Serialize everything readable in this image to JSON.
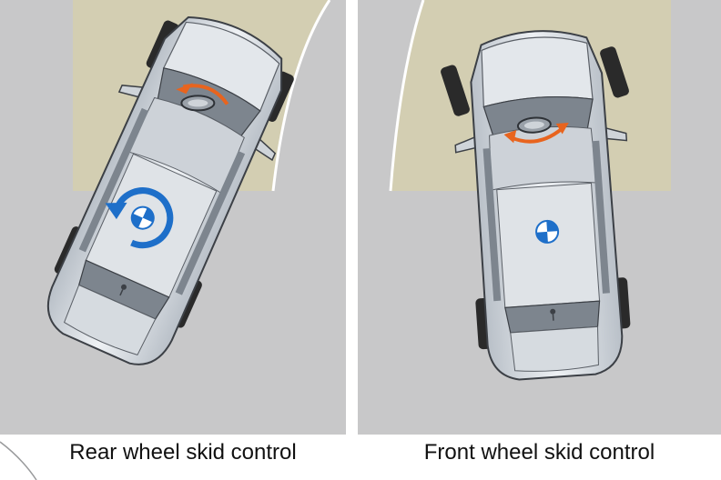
{
  "diagram": {
    "panels": [
      {
        "id": "rear",
        "caption": "Rear wheel skid control"
      },
      {
        "id": "front",
        "caption": "Front wheel skid control"
      }
    ]
  },
  "colors": {
    "road": "#c8c8c9",
    "kerb_area": "#d3ceb2",
    "car_body": "#d4d9de",
    "rotation_arrow": "#1e6fc9",
    "steering_arrow": "#e8641e",
    "tyre": "#2a2a2a",
    "outline": "#3c4046"
  },
  "icons": [
    "rotation-arrow-icon",
    "steering-arrow-icon",
    "center-of-gravity-icon",
    "steering-wheel-icon"
  ]
}
